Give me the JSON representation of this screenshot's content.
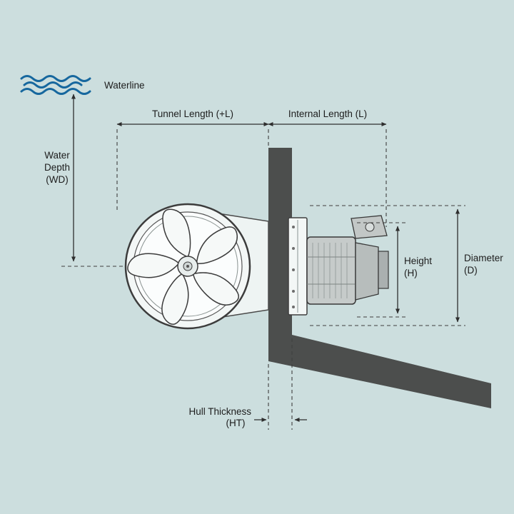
{
  "labels": {
    "waterline": "Waterline",
    "water_depth": [
      "Water",
      "Depth",
      "(WD)"
    ],
    "tunnel_length": "Tunnel Length (+L)",
    "internal_length": "Internal Length (L)",
    "height": [
      "Height",
      "(H)"
    ],
    "diameter": [
      "Diameter",
      "(D)"
    ],
    "hull_thickness": [
      "Hull Thickness",
      "(HT)"
    ]
  },
  "colors": {
    "background": "#ccdede",
    "line": "#2e2e2e",
    "waterline_blue": "#16679e",
    "hull": "#4c4e4d",
    "tunnel_fill": "#eef4f3",
    "machine_fill": "#c6cbca",
    "machine_fill_dark": "#b7bdbc",
    "white_fill": "#f3f7f6"
  }
}
